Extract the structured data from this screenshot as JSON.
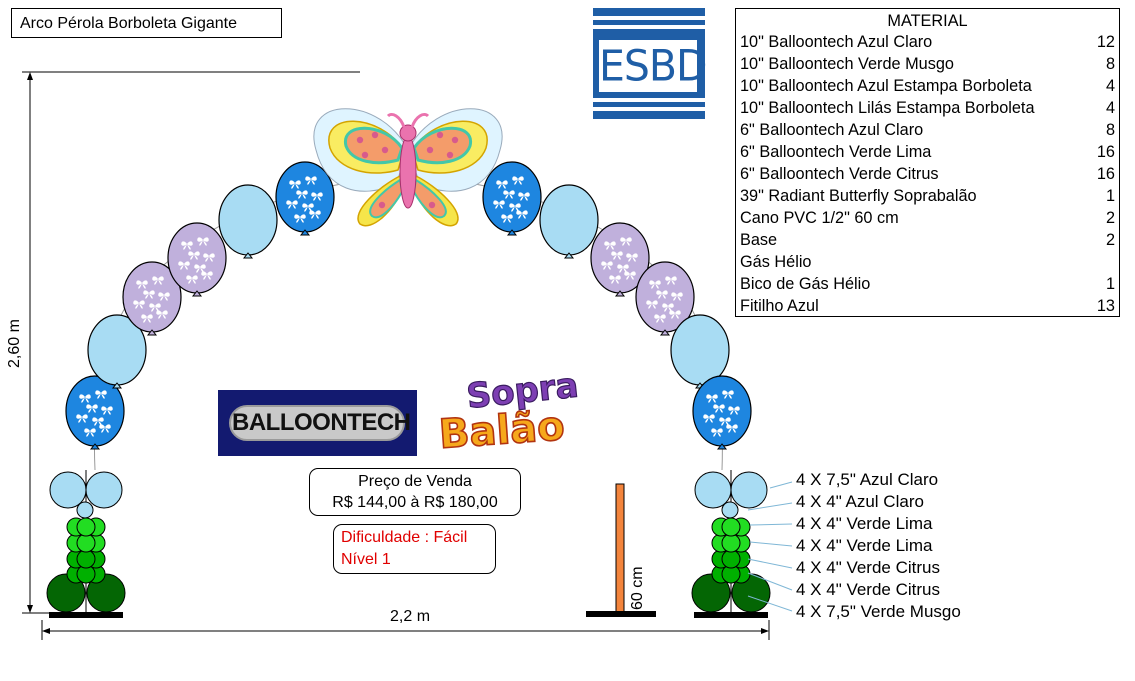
{
  "title": "Arco Pérola Borboleta Gigante",
  "material": {
    "header": "MATERIAL",
    "items": [
      {
        "name": "10\" Balloontech Azul Claro",
        "qty": "12"
      },
      {
        "name": "10\" Balloontech Verde Musgo",
        "qty": "8"
      },
      {
        "name": "10\" Balloontech Azul Estampa Borboleta",
        "qty": "4"
      },
      {
        "name": "10\" Balloontech Lilás Estampa Borboleta",
        "qty": "4"
      },
      {
        "name": "6\" Balloontech Azul Claro",
        "qty": "8"
      },
      {
        "name": "6\" Balloontech Verde Lima",
        "qty": "16"
      },
      {
        "name": "6\" Balloontech Verde Citrus",
        "qty": "16"
      },
      {
        "name": "39\" Radiant Butterfly Soprabalão",
        "qty": "1"
      },
      {
        "name": "Cano PVC 1/2\" 60 cm",
        "qty": "2"
      },
      {
        "name": "Base",
        "qty": "2"
      },
      {
        "name": "Gás Hélio",
        "qty": ""
      },
      {
        "name": "Bico de Gás Hélio",
        "qty": "1"
      },
      {
        "name": "Fitilho Azul",
        "qty": "13"
      }
    ]
  },
  "price": {
    "label": "Preço de Venda",
    "value": "R$ 144,00 à R$ 180,00"
  },
  "difficulty": {
    "line1": "Dificuldade : Fácil",
    "line2": "Nível 1"
  },
  "dimensions": {
    "height": "2,60 m",
    "width": "2,2 m",
    "pipe": "60 cm"
  },
  "column_labels": [
    "4 X 7,5\" Azul Claro",
    "4 X 4\" Azul Claro",
    "4 X 4\" Verde Lima",
    "4 X 4\" Verde Lima",
    "4 X 4\" Verde Citrus",
    "4 X 4\" Verde Citrus",
    "4 X 7,5\" Verde Musgo"
  ],
  "logos": {
    "esbd": "ESBD",
    "balloontech": "BALLOONTECH",
    "sopra": "Sopra",
    "balao": "Balão"
  },
  "colors": {
    "light_blue": "#a8dcf3",
    "blue_print": "#1e86e0",
    "lilac": "#c0b0dc",
    "lime": "#22dd22",
    "citrus": "#00b000",
    "moss": "#046604",
    "pipe": "#f3843c",
    "esbd_blue": "#1f5ea6",
    "balloontech_navy": "#131a70"
  }
}
